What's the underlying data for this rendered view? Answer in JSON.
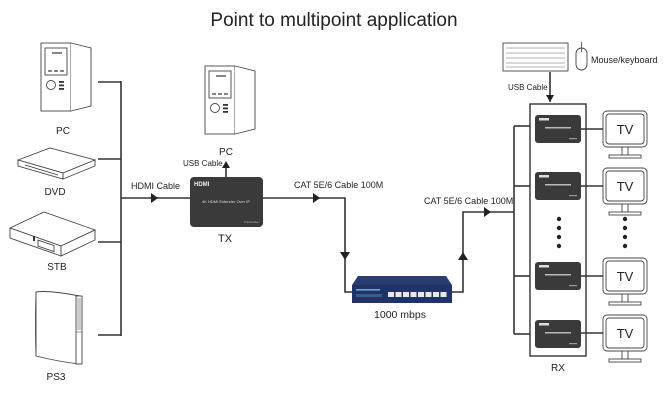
{
  "title": "Point to multipoint  application",
  "sources": [
    {
      "label": "PC",
      "icon": "pc-tower-icon"
    },
    {
      "label": "DVD",
      "icon": "dvd-player-icon"
    },
    {
      "label": "STB",
      "icon": "set-top-box-icon"
    },
    {
      "label": "PS3",
      "icon": "game-console-icon"
    }
  ],
  "cables": {
    "hdmi": "HDMI Cable",
    "usb_tx": "USB Cable",
    "usb_rx": "USB Cable",
    "cat_tx": "CAT 5E/6 Cable 100M",
    "cat_rx": "CAT 5E/6 Cable 100M"
  },
  "tx": {
    "label": "TX",
    "pc_label": "PC",
    "device_brand": "HDMI",
    "device_name": "4K HDMI Extender Over IP",
    "device_role": "Transmitter"
  },
  "switch": {
    "label": "1000  mbps"
  },
  "rx": {
    "label": "RX",
    "device_brand": "HDMI",
    "device_name": "4K HDMI Extender Over IP",
    "device_role": "Receiver",
    "units": 4
  },
  "peripherals": {
    "label": "Mouse/keyboard"
  },
  "displays": {
    "label": "TV",
    "count": 4
  }
}
